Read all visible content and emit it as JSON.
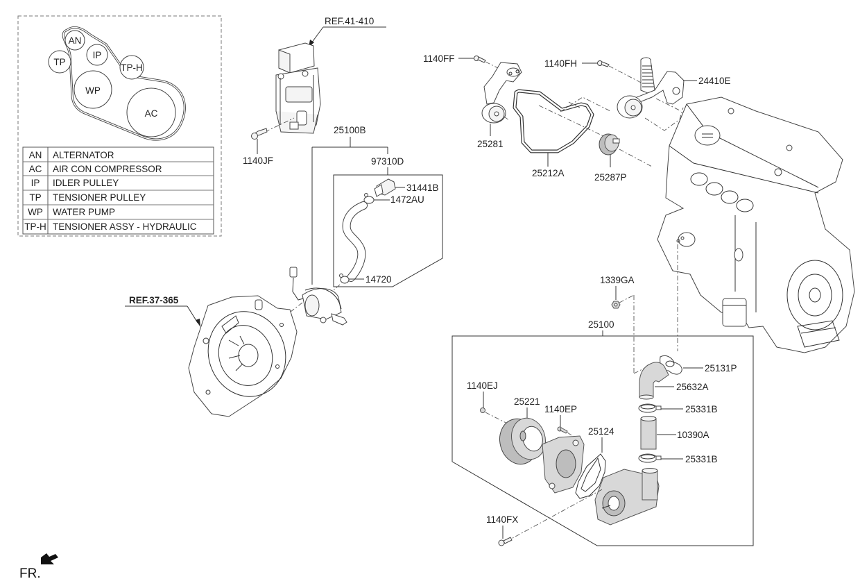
{
  "diagram": {
    "type": "exploded parts diagram",
    "subject": "Engine belt drive / water pump assembly"
  },
  "belt_layout_inset": {
    "pulleys": [
      {
        "code": "AN"
      },
      {
        "code": "TP"
      },
      {
        "code": "IP"
      },
      {
        "code": "TP-H"
      },
      {
        "code": "WP"
      },
      {
        "code": "AC"
      }
    ],
    "legend": [
      {
        "code": "AN",
        "description": "ALTERNATOR"
      },
      {
        "code": "AC",
        "description": "AIR CON COMPRESSOR"
      },
      {
        "code": "IP",
        "description": "IDLER PULLEY"
      },
      {
        "code": "TP",
        "description": "TENSIONER PULLEY"
      },
      {
        "code": "WP",
        "description": "WATER PUMP"
      },
      {
        "code": "TP-H",
        "description": "TENSIONER ASSY - HYDRAULIC"
      }
    ]
  },
  "references": {
    "ref_41_410": "REF.41-410",
    "ref_37_365_bold": "REF.",
    "ref_37_365_num": "37-365"
  },
  "part_labels": {
    "p1140JF": "1140JF",
    "p25100B": "25100B",
    "p97310D": "97310D",
    "p31441B": "31441B",
    "p1472AU": "1472AU",
    "p14720": "14720",
    "p1140FF": "1140FF",
    "p1140FH": "1140FH",
    "p24410E": "24410E",
    "p25281": "25281",
    "p25212A": "25212A",
    "p25287P": "25287P",
    "p1339GA": "1339GA",
    "p25100": "25100",
    "p25131P": "25131P",
    "p25632A": "25632A",
    "p25331B_upper": "25331B",
    "p10390A": "10390A",
    "p25331B_lower": "25331B",
    "p1140EJ": "1140EJ",
    "p25221": "25221",
    "p1140EP": "1140EP",
    "p25124": "25124",
    "p1140FX": "1140FX"
  },
  "orientation": {
    "label": "FR.",
    "arrow_icon": "front-direction-arrow"
  }
}
